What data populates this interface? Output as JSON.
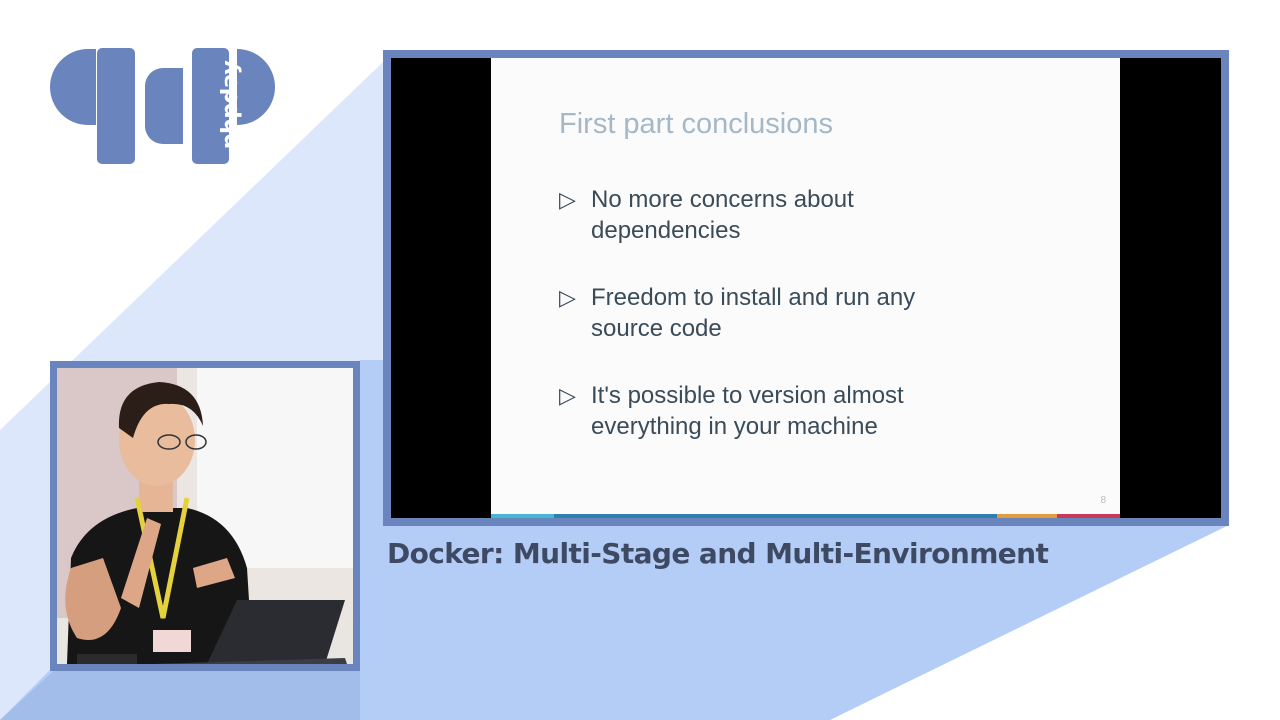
{
  "logo": {
    "text": "phpday",
    "color": "#6a84bd"
  },
  "slide": {
    "title": "First part conclusions",
    "bullet_icon": "outline-triangle-right",
    "bullets": [
      {
        "marker": "▷",
        "text_lines": [
          "No more concerns about",
          "dependencies"
        ]
      },
      {
        "marker": "▷",
        "text_lines": [
          "Freedom to install and run any",
          "source code"
        ]
      },
      {
        "marker": "▷",
        "text_lines": [
          "It's possible to version almost",
          "everything in your machine"
        ]
      }
    ],
    "page_number": "8",
    "bar_colors": [
      "#46b6d6",
      "#2f7fae",
      "#e39b3c",
      "#c8395a"
    ]
  },
  "talk_title": "Docker: Multi-Stage and Multi-Environment",
  "colors": {
    "frame": "#6a84bd",
    "stripe_light": "#dce7fb",
    "stripe_mid": "#b4cdf6",
    "stripe_dark": "#a2bdea"
  }
}
